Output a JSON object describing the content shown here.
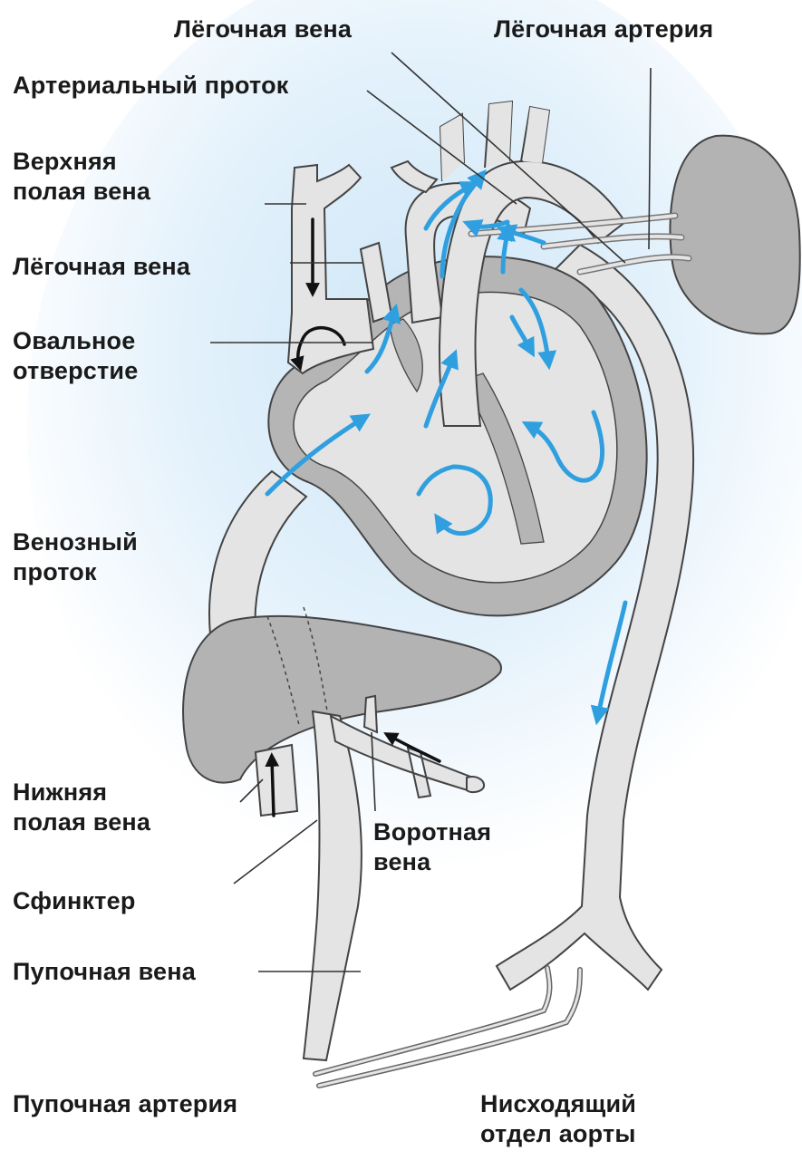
{
  "labels": {
    "pulmonary_vein_top": "Лёгочная вена",
    "pulmonary_artery": "Лёгочная артерия",
    "ductus_arteriosus": "Артериальный проток",
    "superior_vena_cava": "Верхняя\nполая вена",
    "pulmonary_vein_left": "Лёгочная вена",
    "foramen_ovale": "Овальное\nотверстие",
    "ductus_venosus": "Венозный\nпроток",
    "inferior_vena_cava": "Нижняя\nполая вена",
    "portal_vein": "Воротная\nвена",
    "sphincter": "Сфинктер",
    "umbilical_vein": "Пупочная вена",
    "umbilical_artery": "Пупочная артерия",
    "descending_aorta": "Нисходящий\nотдел аорты"
  },
  "colors": {
    "vessel_fill": "#e4e4e4",
    "wall_fill": "#b5b5b5",
    "organ_fill": "#b3b3b3",
    "outline": "#444444",
    "flow_arrow": "#2f9fe0",
    "halo": "#e3f1fb"
  },
  "icons": [
    "blood-flow-arrow-icon",
    "black-flow-arrow-icon"
  ]
}
